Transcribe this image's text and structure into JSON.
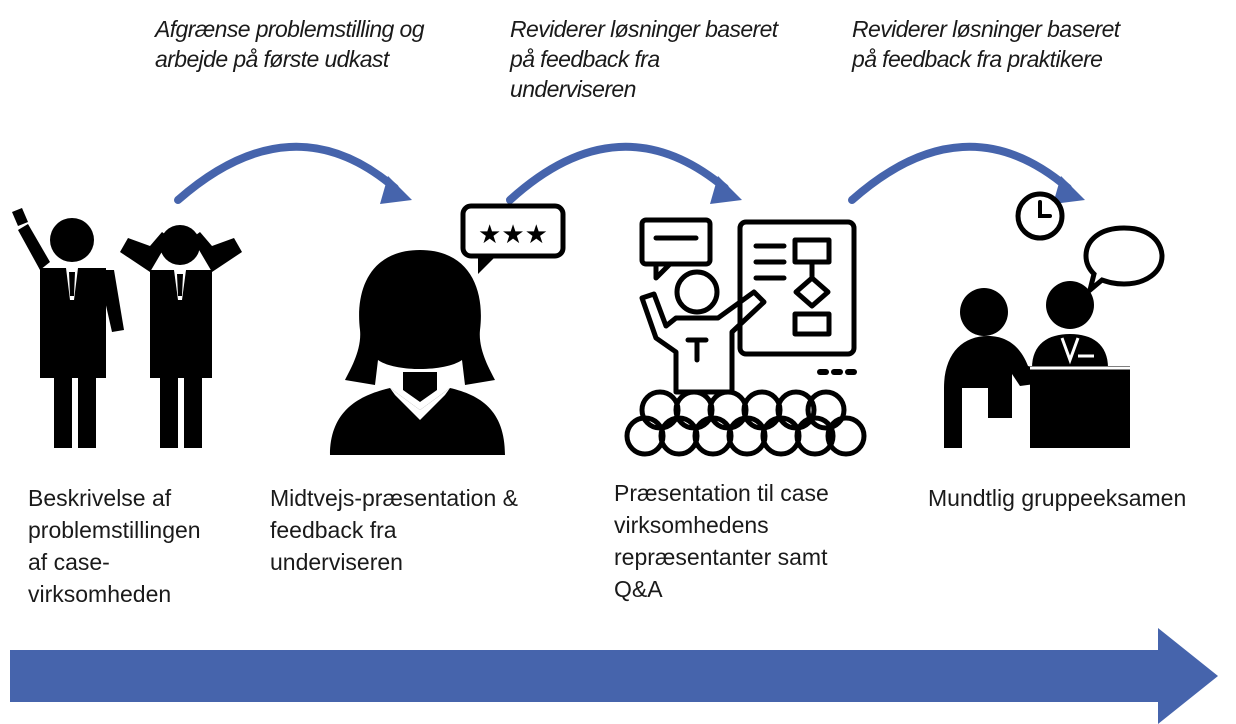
{
  "top_notes": [
    "Afgrænse problemstilling og\narbejde på første udkast",
    "Reviderer løsninger baseret\npå feedback fra\nunderviseren",
    "Reviderer løsninger baseret\npå feedback fra praktikere"
  ],
  "steps": [
    {
      "label": "Beskrivelse af\nproblemstillingen\naf case-\nvirksomheden",
      "icon": "stressed-businessmen-icon"
    },
    {
      "label": "Midtvejs-præsentation &\nfeedback fra\nunderviseren",
      "icon": "woman-with-rating-bubble-icon"
    },
    {
      "label": "Præsentation til case\nvirksomhedens\nrepræsentanter samt\nQ&A",
      "icon": "presenter-with-audience-icon"
    },
    {
      "label": "Mundtlig gruppeeksamen",
      "icon": "oral-exam-meeting-icon"
    }
  ],
  "colors": {
    "arrow_blue": "#4664ac",
    "icon_black": "#000000"
  }
}
